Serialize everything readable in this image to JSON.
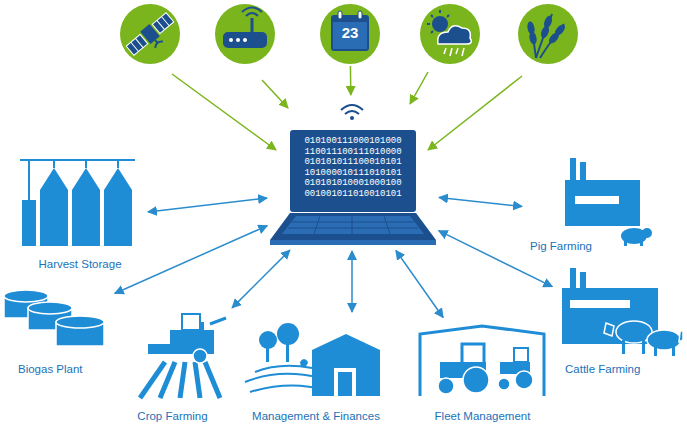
{
  "diagram": {
    "nodes": [
      {
        "text": [
          "23"
        ]
      },
      {
        "text": [
          "010100111000101000 110011100111010000 010101011100010101 101000010111010101 010101010001000100 001001011010010101"
        ]
      },
      {
        "text": [
          "Harvest Storage"
        ]
      },
      {
        "text": [
          "Pig Farming"
        ]
      },
      {
        "text": [
          "Biogas Plant"
        ]
      },
      {
        "text": [
          "Cattle Farming"
        ]
      },
      {
        "text": [
          "Crop Farming"
        ]
      },
      {
        "text": [
          "Management & Finances"
        ]
      },
      {
        "text": [
          "Fleet Management"
        ]
      }
    ],
    "edges": [
      {
        "from": 0,
        "to": 1,
        "arrow": "to"
      },
      {
        "from": 1,
        "to": 2,
        "arrow": "both"
      },
      {
        "from": 1,
        "to": 3,
        "arrow": "both"
      },
      {
        "from": 1,
        "to": 4,
        "arrow": "both"
      },
      {
        "from": 1,
        "to": 5,
        "arrow": "both"
      },
      {
        "from": 1,
        "to": 6,
        "arrow": "both"
      },
      {
        "from": 1,
        "to": 7,
        "arrow": "both"
      },
      {
        "from": 1,
        "to": 8,
        "arrow": "both"
      }
    ]
  }
}
